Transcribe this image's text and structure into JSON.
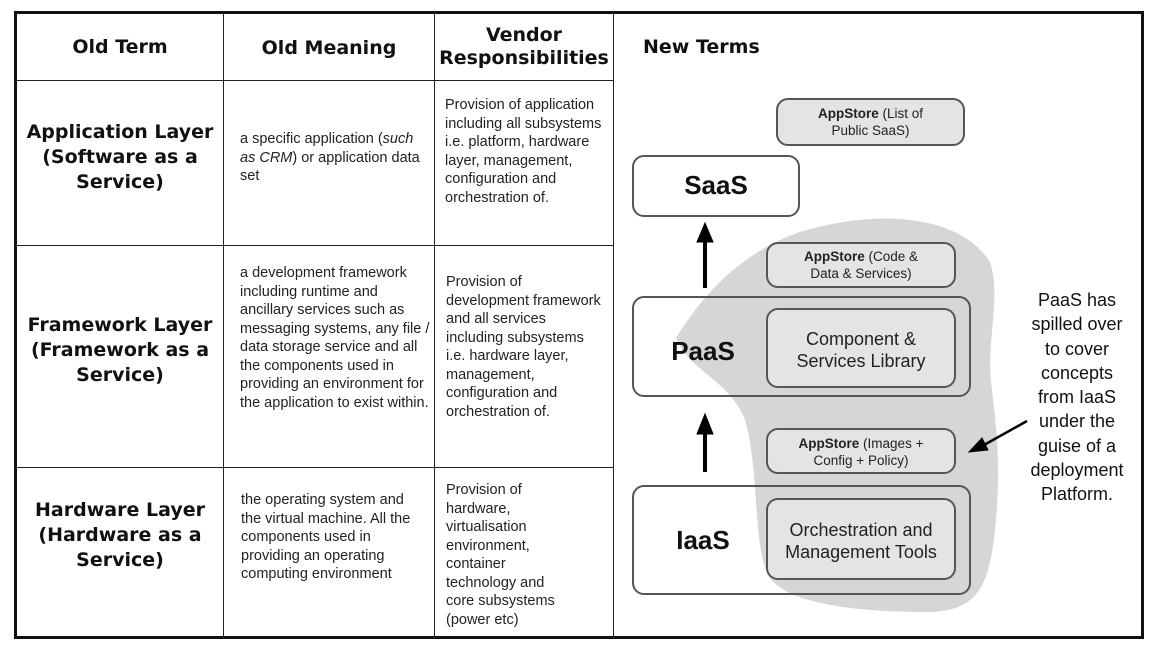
{
  "headers": {
    "old_term": "Old Term",
    "old_meaning": "Old Meaning",
    "vendor_line1": "Vendor",
    "vendor_line2": "Responsibilities",
    "new_terms": "New Terms"
  },
  "rows": [
    {
      "term_lines": [
        "Application Layer",
        "(Software as a",
        "Service)"
      ],
      "meaning_before": "a specific application (",
      "meaning_italic": "such as CRM",
      "meaning_after": ") or application data set",
      "vendor": "Provision of application including all subsystems i.e. platform, hardware layer, management, configuration and orchestration of."
    },
    {
      "term_lines": [
        "Framework Layer",
        "(Framework as a",
        "Service)"
      ],
      "meaning": "a development framework including runtime and ancillary services such as messaging systems, any file / data storage service and all the components used in providing an environment for the application to exist within.",
      "vendor": "Provision of development framework and all services including subsystems i.e. hardware layer, management, configuration and orchestration of."
    },
    {
      "term_lines": [
        "Hardware Layer",
        "(Hardware as a",
        "Service)"
      ],
      "meaning": "the operating system and the virtual machine. All the components used in providing an operating computing environment",
      "vendor": "Provision of hardware, virtualisation environment, container technology and core subsystems (power etc)"
    }
  ],
  "diagram": {
    "saas": "SaaS",
    "paas": "PaaS",
    "iaas": "IaaS",
    "paas_inner_line1": "Component &",
    "paas_inner_line2": "Services Library",
    "iaas_inner_line1": "Orchestration and",
    "iaas_inner_line2": "Management Tools",
    "appstore_label": "AppStore",
    "appstore_saas_rest1": " (List of",
    "appstore_saas_rest2": "Public SaaS)",
    "appstore_paas_rest1": " (Code &",
    "appstore_paas_rest2": "Data & Services)",
    "appstore_iaas_rest1": " (Images +",
    "appstore_iaas_rest2": "Config + Policy)",
    "note_lines": [
      "PaaS has",
      "spilled over",
      "to cover",
      "concepts",
      "from IaaS",
      "under the",
      "guise of a",
      "deployment",
      "Platform."
    ],
    "colors": {
      "blob": "#d6d6d6",
      "box_border": "#555555",
      "grey_box": "#e4e4e4"
    }
  }
}
